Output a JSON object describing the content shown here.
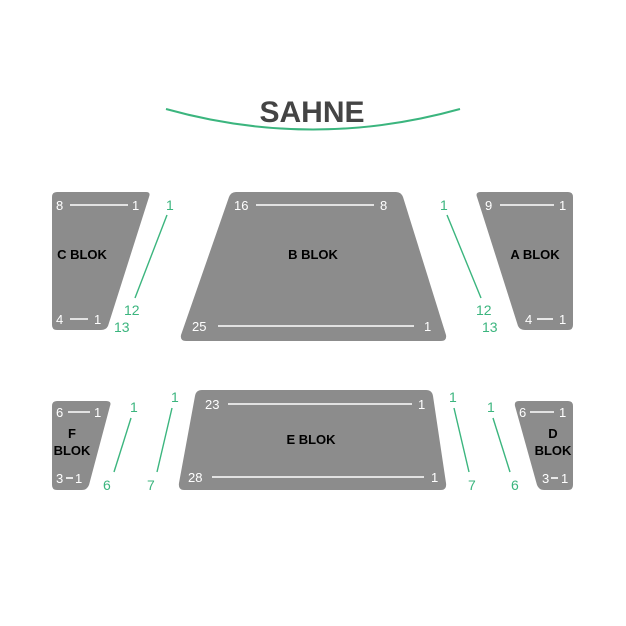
{
  "stage": {
    "label": "SAHNE"
  },
  "colors": {
    "block": "#8c8c8c",
    "aisle": "#3bb57e",
    "stage_text": "#444444",
    "row_text": "#ffffff",
    "label_text": "#000000"
  },
  "blocks": {
    "c": {
      "label": "C BLOK",
      "top_left": "8",
      "top_right": "1",
      "bottom_left": "4",
      "bottom_right": "1"
    },
    "b": {
      "label": "B BLOK",
      "top_left": "16",
      "top_right": "8",
      "bottom_left": "25",
      "bottom_right": "1"
    },
    "a": {
      "label": "A BLOK",
      "top_left": "9",
      "top_right": "1",
      "bottom_left": "4",
      "bottom_right": "1"
    },
    "f": {
      "label_line1": "F",
      "label_line2": "BLOK",
      "top_left": "6",
      "top_right": "1",
      "bottom_left": "3",
      "bottom_right": "1"
    },
    "e": {
      "label": "E BLOK",
      "top_left": "23",
      "top_right": "1",
      "bottom_left": "28",
      "bottom_right": "1"
    },
    "d": {
      "label_line1": "D",
      "label_line2": "BLOK",
      "top_left": "6",
      "top_right": "1",
      "bottom_left": "3",
      "bottom_right": "1"
    }
  },
  "aisles": {
    "upper_left": {
      "top": "1",
      "bottom_a": "12",
      "bottom_b": "13"
    },
    "upper_right": {
      "top": "1",
      "bottom_a": "12",
      "bottom_b": "13"
    },
    "lower_left_outer": {
      "top": "1",
      "bottom": "6"
    },
    "lower_left_inner": {
      "top": "1",
      "bottom": "7"
    },
    "lower_right_inner": {
      "top": "1",
      "bottom": "7"
    },
    "lower_right_outer": {
      "top": "1",
      "bottom": "6"
    }
  }
}
